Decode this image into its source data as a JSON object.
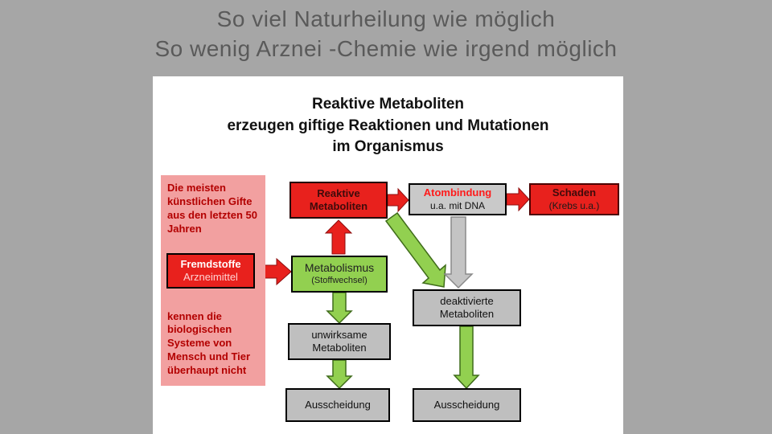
{
  "slide": {
    "title_line1": "So viel Naturheilung wie möglich",
    "title_line2": "So wenig Arznei -Chemie wie irgend möglich"
  },
  "diagram": {
    "title_line1": "Reaktive Metaboliten",
    "title_line2": "erzeugen giftige Reaktionen und Mutationen",
    "title_line3": "im Organismus",
    "pink_note": {
      "top_text": "Die meisten künstlichen Gifte aus den letzten 50 Jahren",
      "bottom_text": "kennen die biologischen Systeme von Mensch und Tier überhaupt nicht"
    },
    "nodes": {
      "fremdstoffe": {
        "line1": "Fremdstoffe",
        "line2": "Arzneimittel"
      },
      "metabolismus": {
        "line1": "Metabolismus",
        "line2": "(Stoffwechsel)"
      },
      "reaktive_metaboliten": {
        "line1": "Reaktive",
        "line2": "Metaboliten"
      },
      "atombindung": {
        "line1": "Atombindung",
        "line2": "u.a. mit DNA"
      },
      "schaden": {
        "line1": "Schaden",
        "line2": "(Krebs u.a.)"
      },
      "deaktivierte_metaboliten": {
        "line1": "deaktivierte",
        "line2": "Metaboliten"
      },
      "unwirksame_metaboliten": {
        "line1": "unwirksame",
        "line2": "Metaboliten"
      },
      "ausscheidung_links": {
        "label": "Ausscheidung"
      },
      "ausscheidung_rechts": {
        "label": "Ausscheidung"
      }
    },
    "colors": {
      "slide_background": "#a6a6a6",
      "title_text": "#5a5a5a",
      "red": "#e8211d",
      "green": "#92d050",
      "gray_box": "#bfbfbf",
      "pink_note": "#f2a0a0",
      "dark_red_text": "#b30000"
    }
  }
}
